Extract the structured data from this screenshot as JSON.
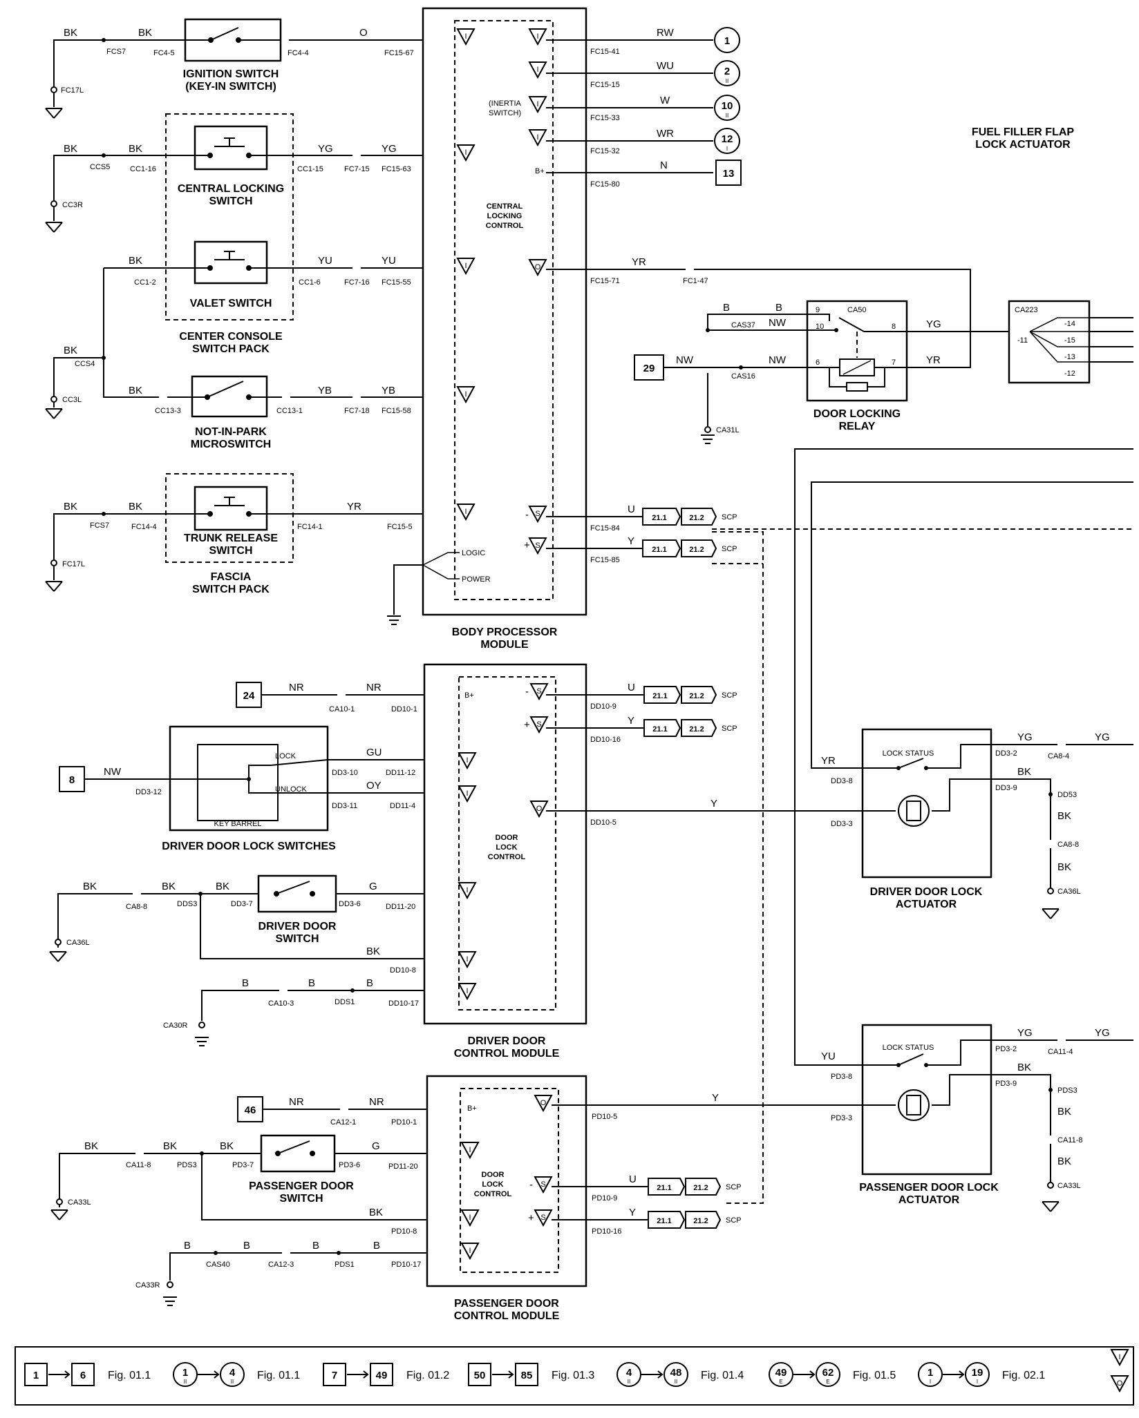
{
  "modules": {
    "body_processor": [
      "BODY PROCESSOR",
      "MODULE"
    ],
    "central_locking_control": [
      "CENTRAL",
      "LOCKING",
      "CONTROL"
    ],
    "driver_dcm": [
      "DRIVER DOOR",
      "CONTROL MODULE"
    ],
    "passenger_dcm": [
      "PASSENGER DOOR",
      "CONTROL MODULE"
    ],
    "door_lock_control": [
      "DOOR",
      "LOCK",
      "CONTROL"
    ],
    "logic": "LOGIC",
    "power": "POWER",
    "inertia_switch": [
      "(INERTIA",
      "SWITCH)"
    ],
    "bplus": "B+"
  },
  "components": {
    "ignition_switch": [
      "IGNITION SWITCH",
      "(KEY-IN SWITCH)"
    ],
    "central_locking_switch": [
      "CENTRAL LOCKING",
      "SWITCH"
    ],
    "valet_switch": "VALET SWITCH",
    "center_console_pack": [
      "CENTER CONSOLE",
      "SWITCH PACK"
    ],
    "not_in_park": [
      "NOT-IN-PARK",
      "MICROSWITCH"
    ],
    "trunk_release": [
      "TRUNK RELEASE",
      "SWITCH"
    ],
    "fascia_pack": [
      "FASCIA",
      "SWITCH PACK"
    ],
    "door_locking_relay": [
      "DOOR LOCKING",
      "RELAY"
    ],
    "fuel_filler": [
      "FUEL FILLER FLAP",
      "LOCK ACTUATOR"
    ],
    "key_barrel": "KEY BARREL",
    "lock": "LOCK",
    "unlock": "UNLOCK",
    "driver_door_lock_switches": "DRIVER DOOR LOCK SWITCHES",
    "driver_door_switch": [
      "DRIVER DOOR",
      "SWITCH"
    ],
    "passenger_door_switch": [
      "PASSENGER DOOR",
      "SWITCH"
    ],
    "lock_status": "LOCK STATUS",
    "driver_actuator": [
      "DRIVER DOOR LOCK",
      "ACTUATOR"
    ],
    "passenger_actuator": [
      "PASSENGER DOOR LOCK",
      "ACTUATOR"
    ]
  },
  "wires": {
    "bk": "BK",
    "o": "O",
    "yg": "YG",
    "yu": "YU",
    "yb": "YB",
    "yr": "YR",
    "rw": "RW",
    "wu": "WU",
    "w": "W",
    "wr": "WR",
    "n": "N",
    "u": "U",
    "y": "Y",
    "b": "B",
    "nw": "NW",
    "nr": "NR",
    "gu": "GU",
    "oy": "OY",
    "g": "G"
  },
  "connectors": {
    "fcs7": "FCS7",
    "fc4_5": "FC4-5",
    "fc4_4": "FC4-4",
    "fc15_67": "FC15-67",
    "fc17l": "FC17L",
    "ccs5": "CCS5",
    "cc1_16": "CC1-16",
    "cc1_15": "CC1-15",
    "fc7_15": "FC7-15",
    "fc15_63": "FC15-63",
    "cc3r": "CC3R",
    "cc1_2": "CC1-2",
    "cc1_6": "CC1-6",
    "fc7_16": "FC7-16",
    "fc15_55": "FC15-55",
    "ccs4": "CCS4",
    "cc3l": "CC3L",
    "cc13_3": "CC13-3",
    "cc13_1": "CC13-1",
    "fc7_18": "FC7-18",
    "fc15_58": "FC15-58",
    "fc14_4": "FC14-4",
    "fc14_1": "FC14-1",
    "fc15_5": "FC15-5",
    "fc15_41": "FC15-41",
    "fc15_15": "FC15-15",
    "fc15_33": "FC15-33",
    "fc15_32": "FC15-32",
    "fc15_80": "FC15-80",
    "fc15_71": "FC15-71",
    "fc1_47": "FC1-47",
    "fc15_84": "FC15-84",
    "fc15_85": "FC15-85",
    "cas37": "CAS37",
    "cas16": "CAS16",
    "ca50": "CA50",
    "ca31l": "CA31L",
    "ca223": "CA223",
    "ca223_pins": [
      "-14",
      "-15",
      "-13",
      "-12"
    ],
    "ca223_11": "-11",
    "relay_pins": [
      "9",
      "10",
      "6",
      "8",
      "7"
    ],
    "ca10_1": "CA10-1",
    "dd10_1": "DD10-1",
    "dd10_9": "DD10-9",
    "dd10_16": "DD10-16",
    "dd3_12": "DD3-12",
    "dd3_10": "DD3-10",
    "dd3_11": "DD3-11",
    "dd11_12": "DD11-12",
    "dd11_4": "DD11-4",
    "dd10_5": "DD10-5",
    "ca8_8": "CA8-8",
    "dds3": "DDS3",
    "dd3_7": "DD3-7",
    "dd3_6": "DD3-6",
    "dd11_20": "DD11-20",
    "ca36l": "CA36L",
    "dd10_8": "DD10-8",
    "ca10_3": "CA10-3",
    "dds1": "DDS1",
    "dd10_17": "DD10-17",
    "ca30r": "CA30R",
    "dd3_2": "DD3-2",
    "ca8_4": "CA8-4",
    "dd3_9": "DD3-9",
    "dd3_8": "DD3-8",
    "dd3_3": "DD3-3",
    "dd53": "DD53",
    "ca12_1": "CA12-1",
    "pd10_1": "PD10-1",
    "pd10_5": "PD10-5",
    "ca11_8": "CA11-8",
    "pds3": "PDS3",
    "pd3_7": "PD3-7",
    "pd3_6": "PD3-6",
    "pd11_20": "PD11-20",
    "ca33l": "CA33L",
    "pd10_9": "PD10-9",
    "pd10_8": "PD10-8",
    "pd10_16": "PD10-16",
    "cas40": "CAS40",
    "ca12_3": "CA12-3",
    "pds1": "PDS1",
    "pd10_17": "PD10-17",
    "ca33r": "CA33R",
    "pd3_2": "PD3-2",
    "ca11_4": "CA11-4",
    "pd3_9": "PD3-9",
    "pd3_8": "PD3-8",
    "pd3_3": "PD3-3",
    "pds3b": "PDS3"
  },
  "refs": {
    "r1": "1",
    "r2": "2",
    "r10": "10",
    "r12": "12",
    "r13": "13",
    "r29": "29",
    "r24": "24",
    "r8": "8",
    "r46": "46",
    "sub_ii": "II",
    "sub_i": "I",
    "scp_a": "21.1",
    "scp_b": "21.2",
    "scp": "SCP"
  },
  "symbols": {
    "input": "I",
    "output": "O",
    "bus": "S",
    "minus": "-",
    "plus": "+"
  },
  "legend": {
    "entries": [
      {
        "from": "1",
        "to": "6",
        "fig": "Fig. 01.1"
      },
      {
        "from": "1",
        "to": "4",
        "sub": "II",
        "fig": "Fig. 01.1"
      },
      {
        "from": "7",
        "to": "49",
        "fig": "Fig. 01.2"
      },
      {
        "from": "50",
        "to": "85",
        "fig": "Fig. 01.3"
      },
      {
        "from": "4",
        "to": "48",
        "sub": "II",
        "fig": "Fig. 01.4"
      },
      {
        "from": "49",
        "to": "62",
        "sub": "E",
        "fig": "Fig. 01.5"
      },
      {
        "from": "1",
        "to": "19",
        "sub": "I",
        "fig": "Fig. 02.1"
      }
    ]
  }
}
